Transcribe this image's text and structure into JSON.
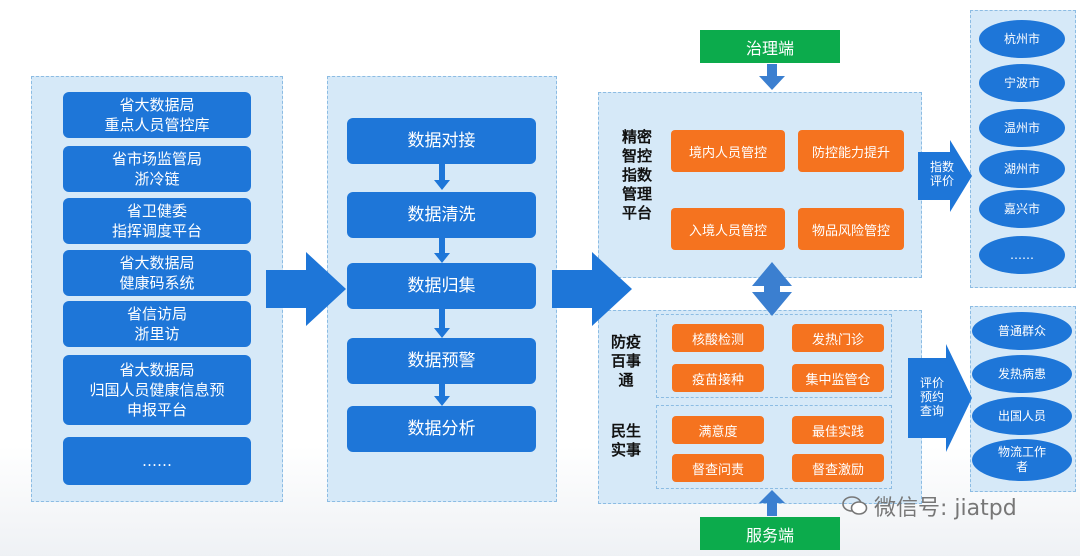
{
  "sources": [
    [
      "省大数据局",
      "重点人员管控库"
    ],
    [
      "省市场监管局",
      "浙冷链"
    ],
    [
      "省卫健委",
      "指挥调度平台"
    ],
    [
      "省大数据局",
      "健康码系统"
    ],
    [
      "省信访局",
      "浙里访"
    ],
    [
      "省大数据局",
      "归国人员健康信息预",
      "申报平台"
    ],
    [
      "……"
    ]
  ],
  "steps": [
    "数据对接",
    "数据清洗",
    "数据归集",
    "数据预警",
    "数据分析"
  ],
  "governance_end": "治理端",
  "service_end": "服务端",
  "index_platform": {
    "title": "精密智控指数管理平台",
    "items": [
      "境内人员管控",
      "防控能力提升",
      "入境人员管控",
      "物品风险管控"
    ]
  },
  "epidemic": {
    "title": "防疫百事通",
    "items": [
      "核酸检测",
      "发热门诊",
      "疫苗接种",
      "集中监管仓"
    ]
  },
  "livelihood": {
    "title": "民生实事",
    "items": [
      "满意度",
      "最佳实践",
      "督查问责",
      "督查激励"
    ]
  },
  "index_eval_label": "指数评价",
  "eval_label": "评价预约查询",
  "cities": [
    "杭州市",
    "宁波市",
    "温州市",
    "湖州市",
    "嘉兴市",
    "……"
  ],
  "people": [
    "普通群众",
    "发热病患",
    "出国人员",
    "物流工作者"
  ],
  "watermark": "微信号: jiatpd",
  "colors": {
    "blue": "#1e76d8",
    "panel": "#d6e9f8",
    "orange": "#f5731f",
    "green": "#0cab4c"
  }
}
